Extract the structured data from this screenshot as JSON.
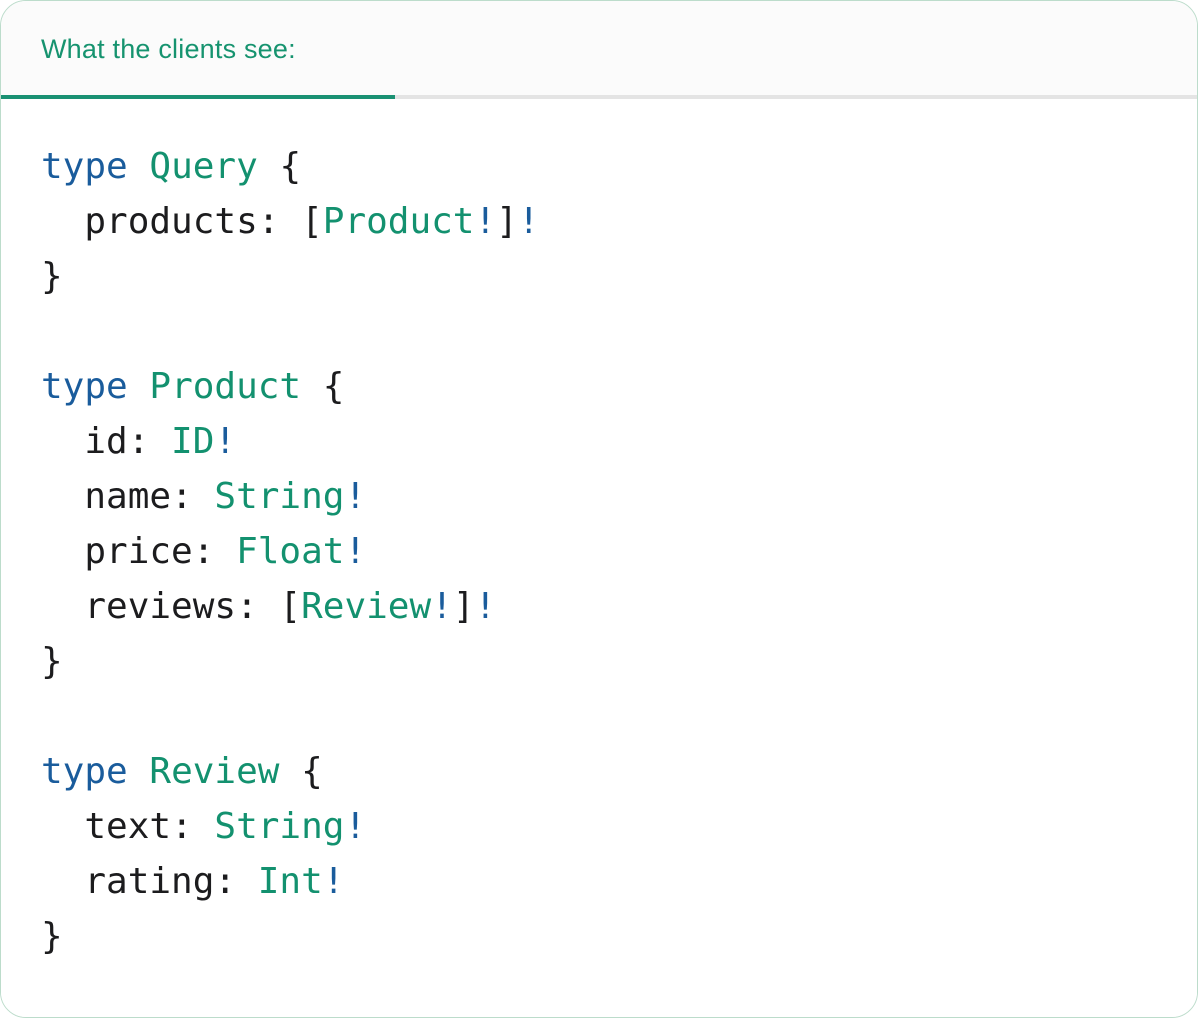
{
  "header": {
    "title": "What the clients see:"
  },
  "colors": {
    "accent_teal": "#16936f",
    "indicator_teal": "#1a9173",
    "keyword_blue": "#1a5c9c",
    "code_text": "#1c1c1e",
    "divider_gray": "#e4e4e4",
    "header_bg": "#fbfbfb",
    "panel_border": "#bcdccb",
    "panel_bg": "#ffffff"
  },
  "code": {
    "language": "graphql",
    "lines": [
      {
        "tokens": [
          {
            "text": "type",
            "kind": "keyword"
          },
          {
            "text": " ",
            "kind": "plain"
          },
          {
            "text": "Query",
            "kind": "typename"
          },
          {
            "text": " {",
            "kind": "plain"
          }
        ]
      },
      {
        "tokens": [
          {
            "text": "  products: [",
            "kind": "plain"
          },
          {
            "text": "Product",
            "kind": "typename"
          },
          {
            "text": "!",
            "kind": "bang"
          },
          {
            "text": "]",
            "kind": "plain"
          },
          {
            "text": "!",
            "kind": "bang"
          }
        ]
      },
      {
        "tokens": [
          {
            "text": "}",
            "kind": "plain"
          }
        ]
      },
      {
        "tokens": []
      },
      {
        "tokens": [
          {
            "text": "type",
            "kind": "keyword"
          },
          {
            "text": " ",
            "kind": "plain"
          },
          {
            "text": "Product",
            "kind": "typename"
          },
          {
            "text": " {",
            "kind": "plain"
          }
        ]
      },
      {
        "tokens": [
          {
            "text": "  id: ",
            "kind": "plain"
          },
          {
            "text": "ID",
            "kind": "typename"
          },
          {
            "text": "!",
            "kind": "bang"
          }
        ]
      },
      {
        "tokens": [
          {
            "text": "  name: ",
            "kind": "plain"
          },
          {
            "text": "String",
            "kind": "typename"
          },
          {
            "text": "!",
            "kind": "bang"
          }
        ]
      },
      {
        "tokens": [
          {
            "text": "  price: ",
            "kind": "plain"
          },
          {
            "text": "Float",
            "kind": "typename"
          },
          {
            "text": "!",
            "kind": "bang"
          }
        ]
      },
      {
        "tokens": [
          {
            "text": "  reviews: [",
            "kind": "plain"
          },
          {
            "text": "Review",
            "kind": "typename"
          },
          {
            "text": "!",
            "kind": "bang"
          },
          {
            "text": "]",
            "kind": "plain"
          },
          {
            "text": "!",
            "kind": "bang"
          }
        ]
      },
      {
        "tokens": [
          {
            "text": "}",
            "kind": "plain"
          }
        ]
      },
      {
        "tokens": []
      },
      {
        "tokens": [
          {
            "text": "type",
            "kind": "keyword"
          },
          {
            "text": " ",
            "kind": "plain"
          },
          {
            "text": "Review",
            "kind": "typename"
          },
          {
            "text": " {",
            "kind": "plain"
          }
        ]
      },
      {
        "tokens": [
          {
            "text": "  text: ",
            "kind": "plain"
          },
          {
            "text": "String",
            "kind": "typename"
          },
          {
            "text": "!",
            "kind": "bang"
          }
        ]
      },
      {
        "tokens": [
          {
            "text": "  rating: ",
            "kind": "plain"
          },
          {
            "text": "Int",
            "kind": "typename"
          },
          {
            "text": "!",
            "kind": "bang"
          }
        ]
      },
      {
        "tokens": [
          {
            "text": "}",
            "kind": "plain"
          }
        ]
      }
    ]
  }
}
